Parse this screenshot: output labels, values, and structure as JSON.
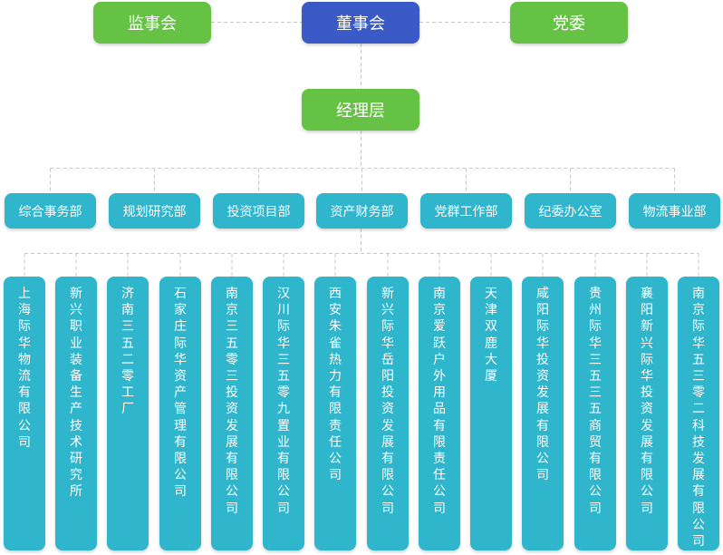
{
  "top": {
    "supervisory_board": "监事会",
    "board_of_directors": "董事会",
    "party_committee": "党委"
  },
  "management": "经理层",
  "departments": [
    "综合事务部",
    "规划研究部",
    "投资项目部",
    "资产财务部",
    "党群工作部",
    "纪委办公室",
    "物流事业部"
  ],
  "subsidiaries": [
    "上海际华物流有限公司",
    "新兴职业装备生产技术研究所",
    "济南三五二零工厂",
    "石家庄际华资产管理有限公司",
    "南京三五零三投资发展有限公司",
    "汉川际华三五零九置业有限公司",
    "西安朱雀热力有限责任公司",
    "新兴际华岳阳投资发展有限公司",
    "南京爱跃户外用品有限责任公司",
    "天津双鹿大厦",
    "咸阳际华投资发展有限公司",
    "贵州际华三五三五商贸有限公司",
    "襄阳新兴际华投资发展有限公司",
    "南京际华五三零二科技发展有限公司"
  ],
  "colors": {
    "green": "#66c245",
    "blue": "#3a5bc7",
    "cyan": "#2fb5cc",
    "connector": "#c8c8c8"
  }
}
